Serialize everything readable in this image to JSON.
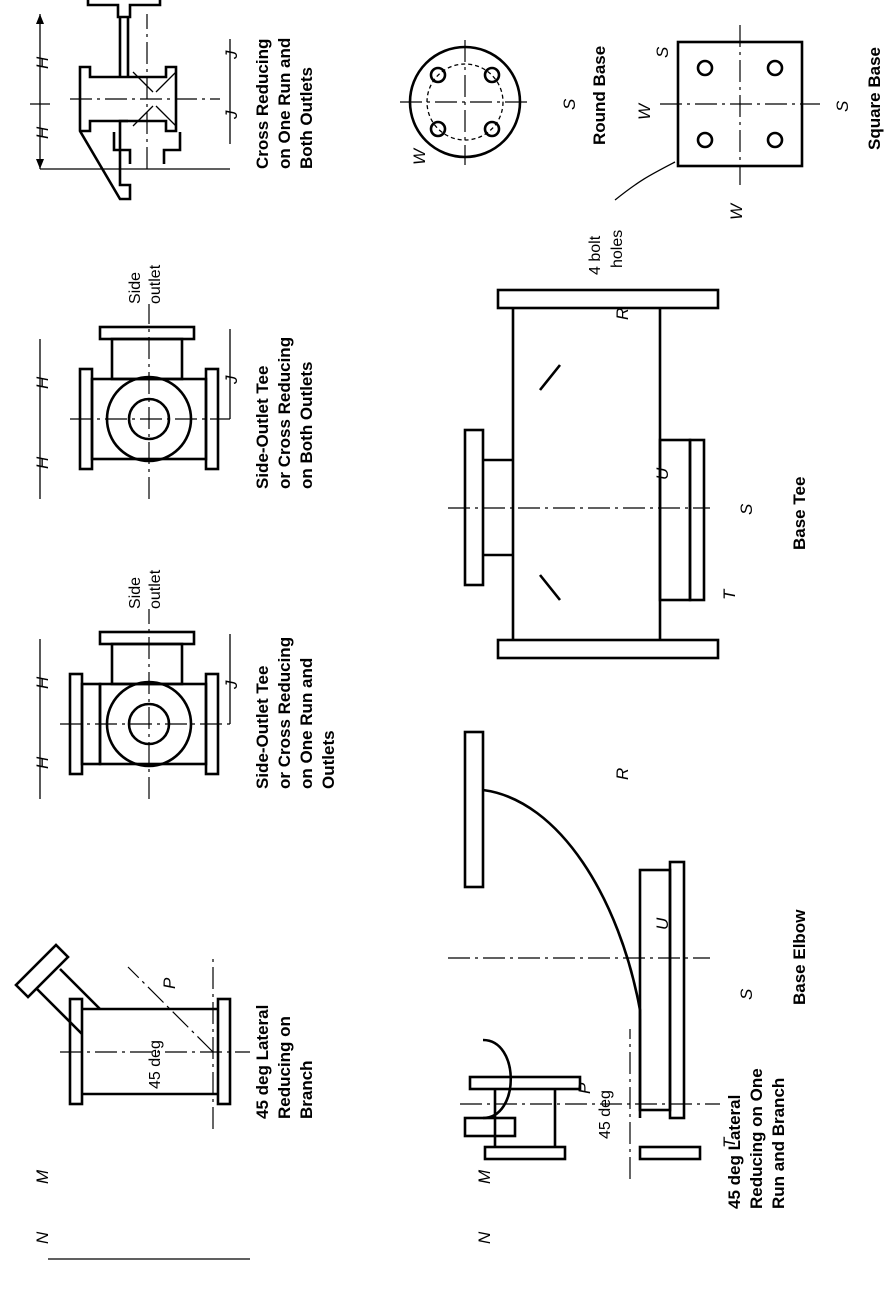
{
  "captions": {
    "cross_reducing": [
      "Cross Reducing",
      "on One Run and",
      "Both Outlets"
    ],
    "side_outlet_both": [
      "Side-Outlet Tee",
      "or Cross Reducing",
      "on Both Outlets"
    ],
    "side_outlet_one": [
      "Side-Outlet Tee",
      "or Cross Reducing",
      "on One Run and",
      "Outlets"
    ],
    "lateral_branch": [
      "45 deg Lateral",
      "Reducing on",
      "Branch"
    ],
    "lateral_run_branch": [
      "45 deg Lateral",
      "Reducing on One",
      "Run and Branch"
    ],
    "base_elbow": "Base Elbow",
    "base_tee": "Base Tee",
    "round_base": "Round Base",
    "square_base": "Square Base"
  },
  "notes": {
    "side_outlet": [
      "Side",
      "outlet"
    ],
    "bolt_holes": [
      "4 bolt",
      "holes"
    ],
    "angle": "45 deg"
  },
  "dims": {
    "H": "H",
    "J": "J",
    "M": "M",
    "N": "N",
    "P": "P",
    "R": "R",
    "S": "S",
    "T": "T",
    "U": "U",
    "W": "W"
  }
}
